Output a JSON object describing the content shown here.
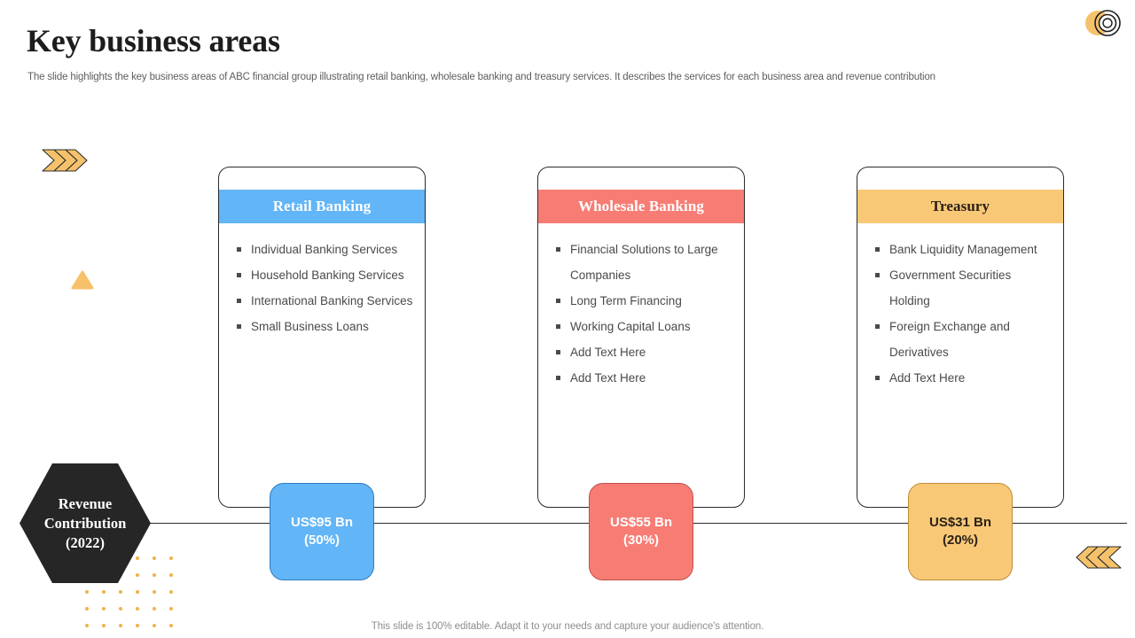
{
  "header": {
    "title": "Key business areas",
    "subtitle": "The slide highlights the key business areas of ABC financial group illustrating retail banking, wholesale banking and treasury services. It describes the services for each business area and revenue contribution",
    "logo_icon": "concentric-circles-logo-icon"
  },
  "decorations": {
    "arrow_left_icon": "triple-chevron-right-icon",
    "arrow_right_icon": "triple-chevron-left-icon",
    "triangle_icon": "triangle-up-icon",
    "dot_grid_icon": "dot-grid-pattern-icon",
    "amber": "#F5C26B",
    "amber_dot": "#F0B24A",
    "outline": "#2B2B2B"
  },
  "revenue_badge": {
    "line1": "Revenue",
    "line2": "Contribution",
    "line3": "(2022)",
    "background": "#262626",
    "text_color": "#FFFFFF"
  },
  "cards": [
    {
      "title": "Retail Banking",
      "accent": "#62B5F6",
      "title_color": "#FFFFFF",
      "items": [
        "Individual  Banking Services",
        "Household  Banking Services",
        "International  Banking Services",
        "Small Business Loans"
      ]
    },
    {
      "title": "Wholesale Banking",
      "accent": "#F77D74",
      "title_color": "#FFFFFF",
      "items": [
        "Financial Solutions to Large Companies",
        "Long Term Financing",
        "Working Capital Loans",
        "Add Text Here",
        "Add Text Here"
      ]
    },
    {
      "title": "Treasury",
      "accent": "#F9C877",
      "title_color": "#2B2118",
      "items": [
        "Bank Liquidity Management",
        "Government  Securities Holding",
        "Foreign Exchange  and Derivatives",
        "Add Text Here"
      ]
    }
  ],
  "chips": [
    {
      "amount": "US$95 Bn",
      "share": "(50%)",
      "fill": "#62B5F6",
      "border": "#2E7CC4",
      "text_color": "#FFFFFF"
    },
    {
      "amount": "US$55 Bn",
      "share": "(30%)",
      "fill": "#F77D74",
      "border": "#C1504A",
      "text_color": "#FFFFFF"
    },
    {
      "amount": "US$31 Bn",
      "share": "(20%)",
      "fill": "#F9C877",
      "border": "#C08C33",
      "text_color": "#2B2118"
    }
  ],
  "footer": {
    "note": "This slide is 100% editable. Adapt it to your needs and capture your audience's attention."
  }
}
